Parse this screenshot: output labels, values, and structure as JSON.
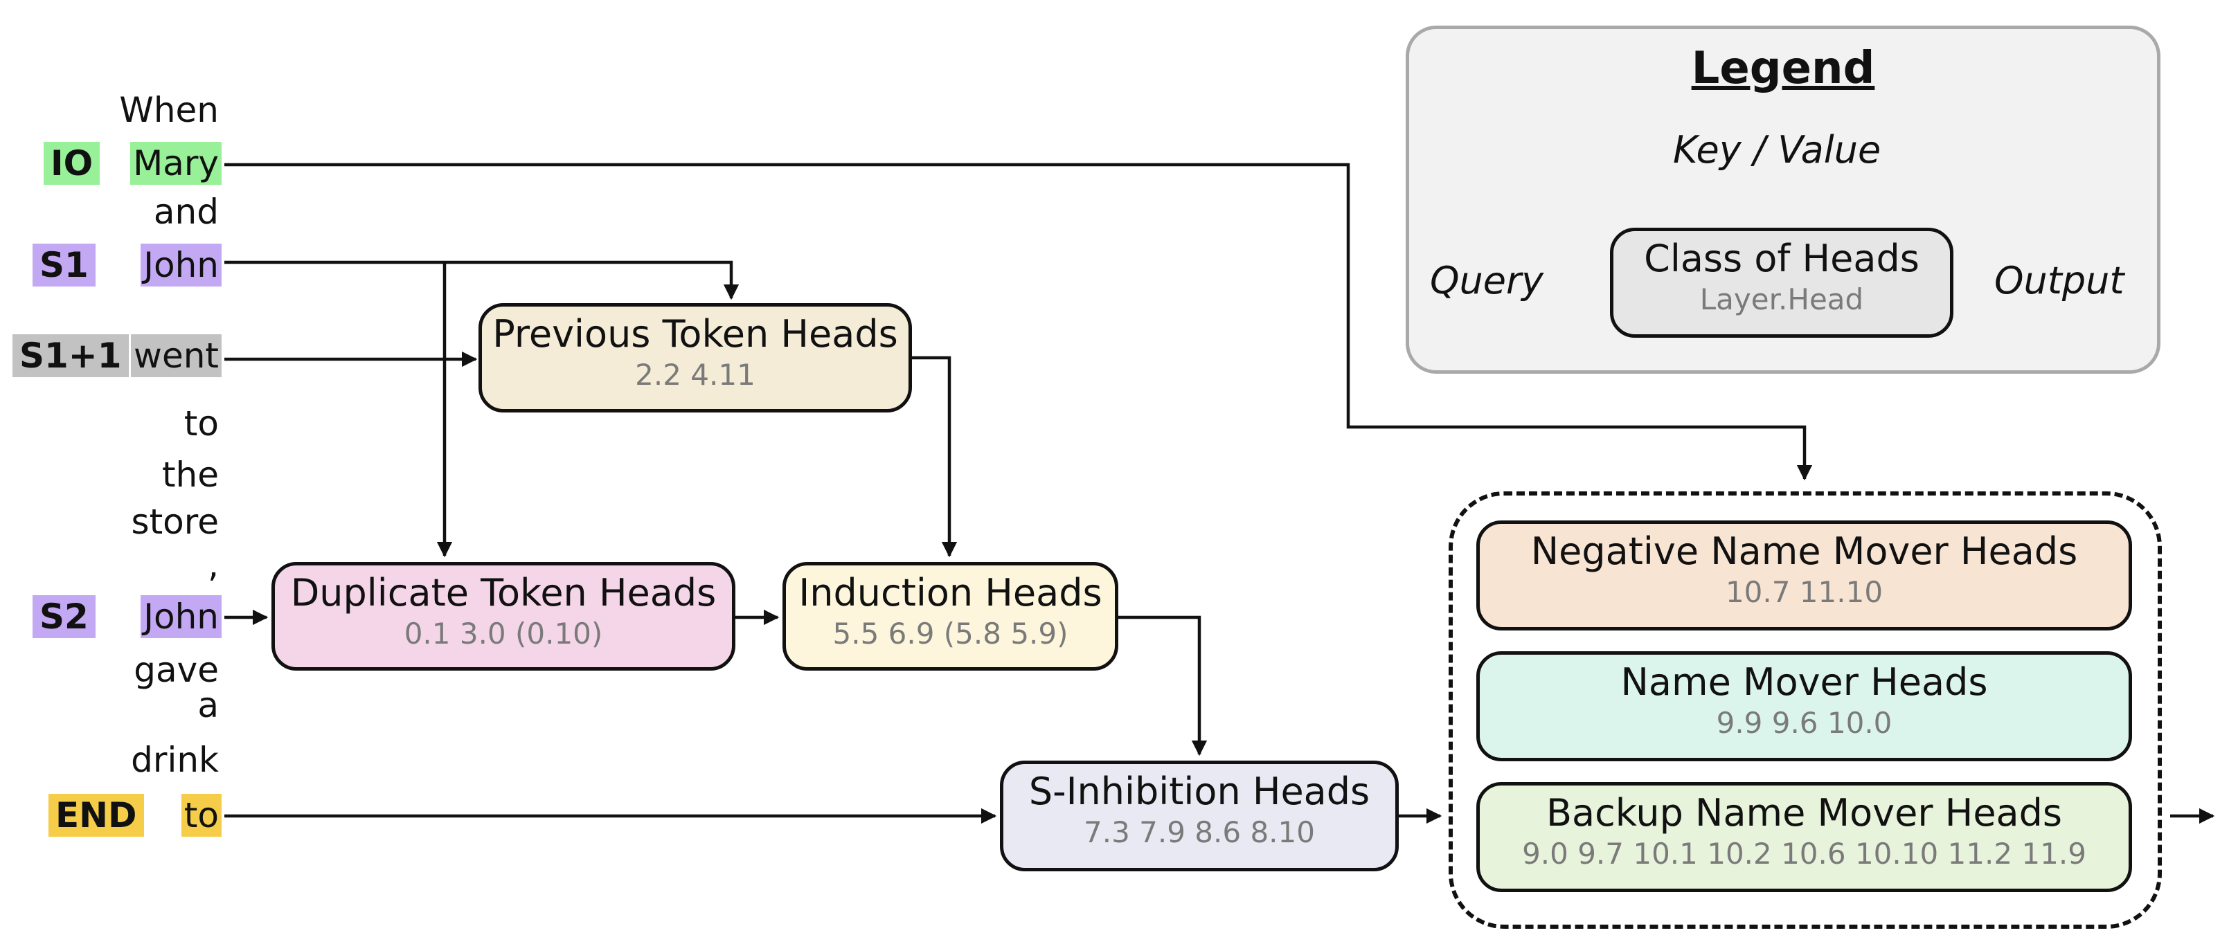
{
  "legend": {
    "title": "Legend",
    "key_value": "Key / Value",
    "query": "Query",
    "output": "Output",
    "class_title": "Class of Heads",
    "class_sub": "Layer.Head"
  },
  "sentence": {
    "w_when": "When",
    "w_mary": "Mary",
    "w_and": "and",
    "w_john1": "John",
    "w_went": "went",
    "w_to1": "to",
    "w_the": "the",
    "w_store": "store",
    "w_comma": ",",
    "w_john2": "John",
    "w_gave": "gave",
    "w_a": "a",
    "w_drink": "drink",
    "w_to2": "to",
    "r_io": "IO",
    "r_s1": "S1",
    "r_s1p1": "S1+1",
    "r_s2": "S2",
    "r_end": "END"
  },
  "boxes": {
    "prev": {
      "title": "Previous Token Heads",
      "heads": "2.2   4.11"
    },
    "dup": {
      "title": "Duplicate Token Heads",
      "heads": "0.1   3.0   (0.10)"
    },
    "ind": {
      "title": "Induction Heads",
      "heads": "5.5   6.9  (5.8  5.9)"
    },
    "sinh": {
      "title": "S-Inhibition Heads",
      "heads": "7.3  7.9  8.6   8.10"
    },
    "neg": {
      "title": "Negative Name Mover Heads",
      "heads": "10.7  11.10"
    },
    "nm": {
      "title": "Name Mover Heads",
      "heads": "9.9   9.6   10.0"
    },
    "backup": {
      "title": "Backup Name Mover Heads",
      "heads": "9.0  9.7  10.1  10.2  10.6  10.10  11.2  11.9"
    }
  },
  "colors": {
    "io": "#98f098",
    "s": "#c3a8f4",
    "s1p1": "#c2c2c2",
    "end": "#f5cd48",
    "prev": "#f5ecd7",
    "dup": "#f4d6e8",
    "ind": "#fdf6dc",
    "sinh": "#e9e9f3",
    "neg": "#f8e4d2",
    "nm": "#dcf5ec",
    "backup": "#e8f3dc",
    "legend_box": "#e6e6e6"
  }
}
